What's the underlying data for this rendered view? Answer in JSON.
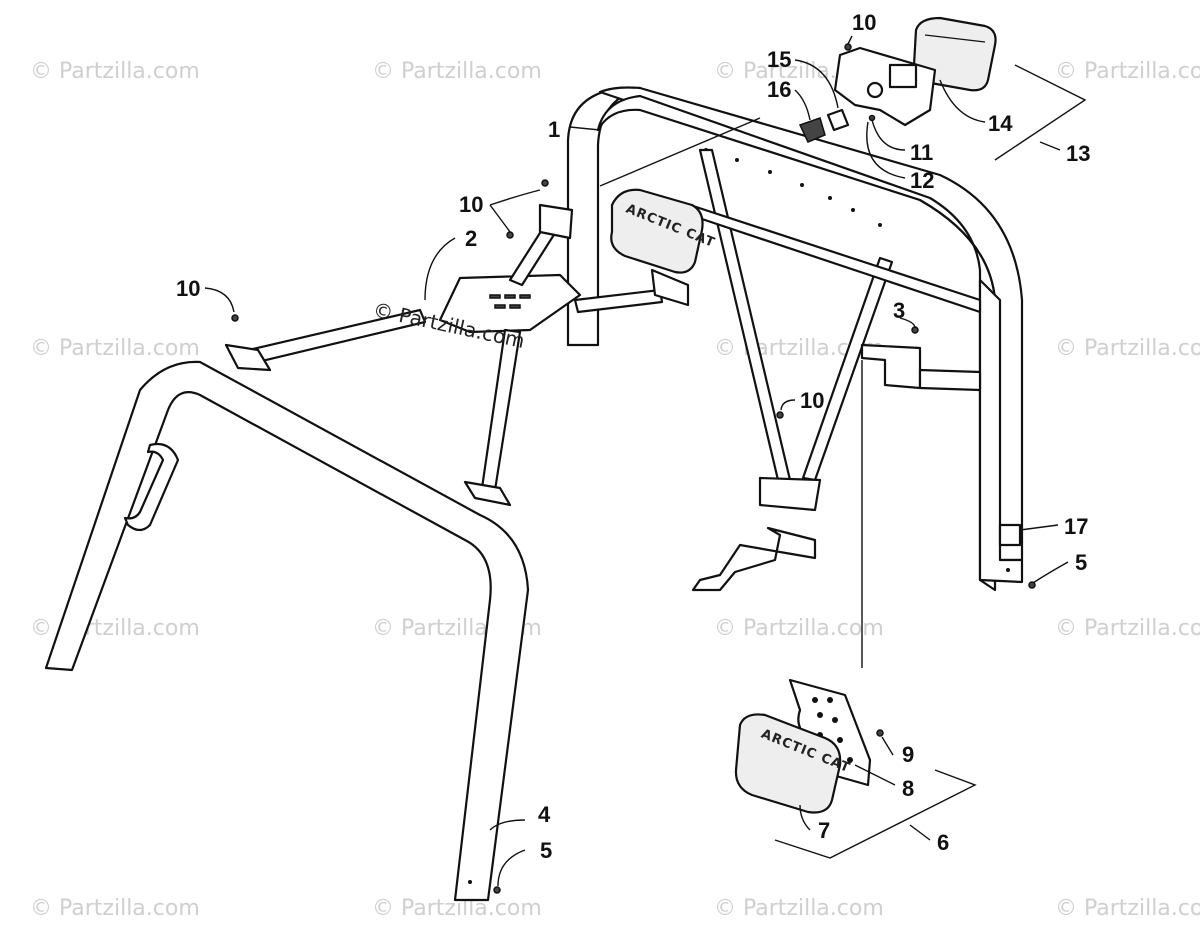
{
  "watermark": {
    "text": "© Partzilla.com",
    "copyright_line1": "© Partzilla.com"
  },
  "brand": {
    "logo_text": "ARCTIC CAT"
  },
  "callouts": {
    "c1": "1",
    "c2": "2",
    "c3": "3",
    "c4": "4",
    "c5a": "5",
    "c5b": "5",
    "c6": "6",
    "c7": "7",
    "c8": "8",
    "c9": "9",
    "c10a": "10",
    "c10b": "10",
    "c10c": "10",
    "c10d": "10",
    "c11": "11",
    "c12": "12",
    "c13": "13",
    "c14": "14",
    "c15": "15",
    "c16": "16",
    "c17": "17"
  }
}
